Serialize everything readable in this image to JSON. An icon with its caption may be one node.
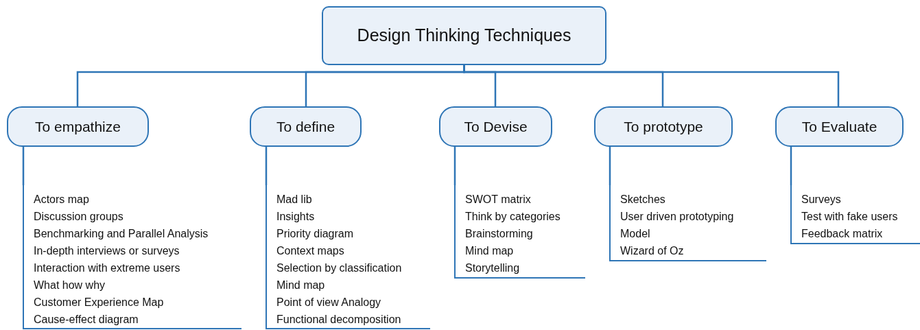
{
  "diagram": {
    "nodes": [
      {
        "text": [
          "Design Thinking Techniques"
        ]
      },
      {
        "text": [
          "To empathize"
        ]
      },
      {
        "text": [
          "To define"
        ]
      },
      {
        "text": [
          "To Devise"
        ]
      },
      {
        "text": [
          "To prototype"
        ]
      },
      {
        "text": [
          "To Evaluate"
        ]
      },
      {
        "text": [
          "Actors map",
          "Discussion groups",
          "Benchmarking and Parallel Analysis",
          "In-depth interviews or surveys",
          "Interaction with extreme users",
          "What how why",
          "Customer Experience Map",
          "Cause-effect diagram"
        ]
      },
      {
        "text": [
          "Mad lib",
          "Insights",
          "Priority diagram",
          "Context maps",
          "Selection by classification",
          "Mind map",
          "Point of view Analogy",
          "Functional decomposition"
        ]
      },
      {
        "text": [
          "SWOT matrix",
          "Think by categories",
          "Brainstorming",
          "Mind map",
          "Storytelling"
        ]
      },
      {
        "text": [
          "Sketches",
          "User driven prototyping",
          "Model",
          "Wizard of Oz"
        ]
      },
      {
        "text": [
          "Surveys",
          "Test with fake users",
          "Feedback matrix"
        ]
      }
    ],
    "edges": [
      {
        "from": 0,
        "to": 1,
        "arrow": "none"
      },
      {
        "from": 0,
        "to": 2,
        "arrow": "none"
      },
      {
        "from": 0,
        "to": 3,
        "arrow": "none"
      },
      {
        "from": 0,
        "to": 4,
        "arrow": "none"
      },
      {
        "from": 0,
        "to": 5,
        "arrow": "none"
      },
      {
        "from": 1,
        "to": 6,
        "arrow": "none"
      },
      {
        "from": 2,
        "to": 7,
        "arrow": "none"
      },
      {
        "from": 3,
        "to": 8,
        "arrow": "none"
      },
      {
        "from": 4,
        "to": 9,
        "arrow": "none"
      },
      {
        "from": 5,
        "to": 10,
        "arrow": "none"
      }
    ]
  }
}
